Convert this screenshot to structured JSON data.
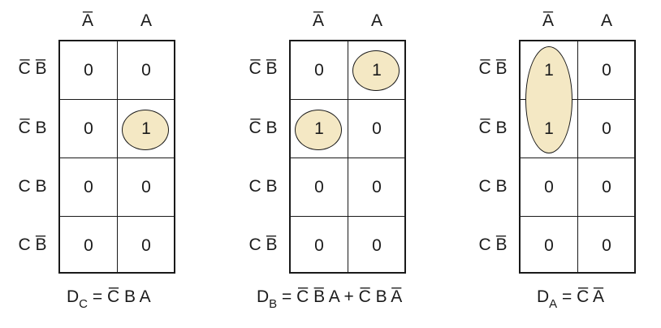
{
  "column_headers": [
    "A̅",
    "A"
  ],
  "row_labels": [
    "C̅ B̅",
    "C̅ B",
    "C B",
    "C B̅"
  ],
  "loop_color": "#f4e8c4",
  "kmaps": [
    {
      "cells": [
        [
          "0",
          "0"
        ],
        [
          "0",
          "1"
        ],
        [
          "0",
          "0"
        ],
        [
          "0",
          "0"
        ]
      ],
      "equation": {
        "lhs": "D",
        "sub": "C",
        "rhs": "= C̅ B A"
      }
    },
    {
      "cells": [
        [
          "0",
          "1"
        ],
        [
          "1",
          "0"
        ],
        [
          "0",
          "0"
        ],
        [
          "0",
          "0"
        ]
      ],
      "equation": {
        "lhs": "D",
        "sub": "B",
        "rhs": "= C̅ B̅ A + C̅ B A̅"
      }
    },
    {
      "cells": [
        [
          "1",
          "0"
        ],
        [
          "1",
          "0"
        ],
        [
          "0",
          "0"
        ],
        [
          "0",
          "0"
        ]
      ],
      "equation": {
        "lhs": "D",
        "sub": "A",
        "rhs": "= C̅ A̅"
      }
    }
  ]
}
